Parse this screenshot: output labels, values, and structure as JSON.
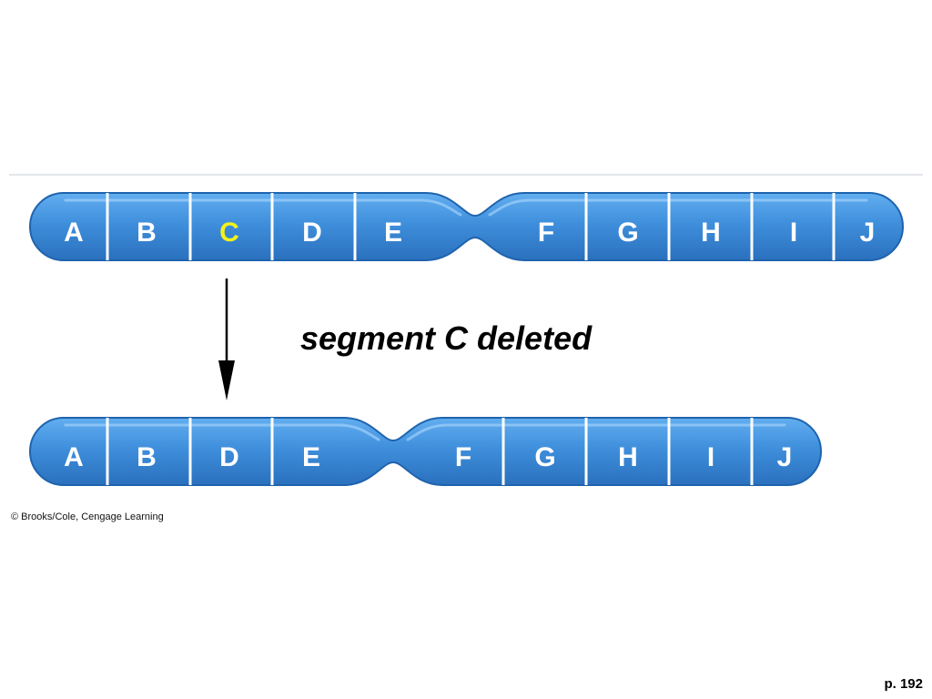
{
  "colors": {
    "chromosome_fill": "#3f8fdc",
    "chromosome_edge": "#1f63ad",
    "highlight_segment_label": "#f2f21c"
  },
  "original_chromosome": {
    "segments": [
      "A",
      "B",
      "C",
      "D",
      "E",
      "F",
      "G",
      "H",
      "I",
      "J"
    ],
    "highlighted_segment": "C"
  },
  "mutated_chromosome": {
    "segments": [
      "A",
      "B",
      "D",
      "E",
      "F",
      "G",
      "H",
      "I",
      "J"
    ]
  },
  "caption": "segment C deleted",
  "credit": "© Brooks/Cole, Cengage Learning",
  "page_number": "p. 192"
}
